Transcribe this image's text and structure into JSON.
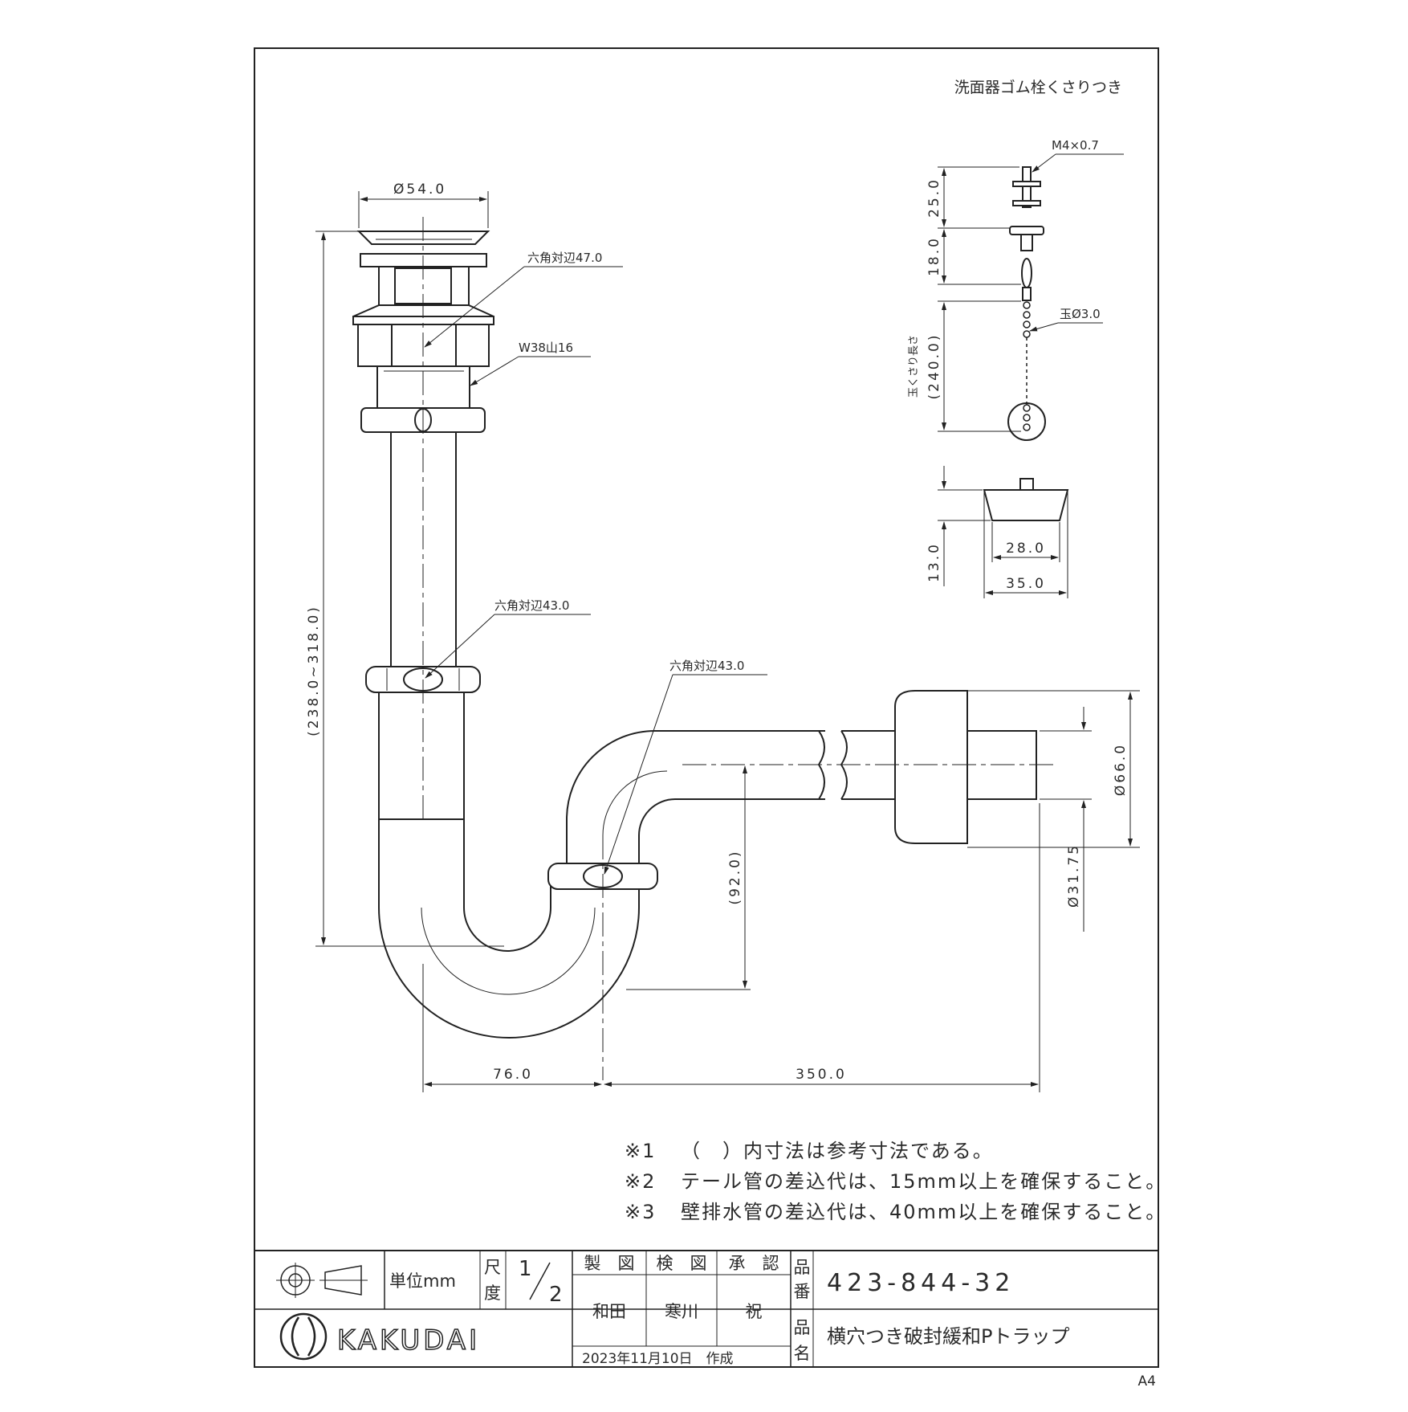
{
  "drawing": {
    "stopper_title": "洗面器ゴム栓くさりつき",
    "trap": {
      "flange_dia": "Ø54.0",
      "hex_top": "六角対辺47.0",
      "thread": "W38山16",
      "height": "(238.0~318.0)",
      "hex_mid": "六角対辺43.0",
      "hex_bend": "六角対辺43.0",
      "seal_depth": "(92.0)",
      "offset": "76.0",
      "length": "350.0",
      "outlet_dia": "Ø66.0",
      "pipe_dia": "Ø31.75"
    },
    "stopper": {
      "screw": "M4×0.7",
      "d1": "25.0",
      "d2": "18.0",
      "ball": "玉Ø3.0",
      "chain_label": "玉くさり長さ",
      "chain_len": "(240.0)",
      "plug_h": "13.0",
      "plug_bottom": "28.0",
      "plug_top": "35.0"
    }
  },
  "notes": [
    {
      "mark": "※1",
      "text": "（　）内寸法は参考寸法である。"
    },
    {
      "mark": "※2",
      "text": "テール管の差込代は、15mm以上を確保すること。"
    },
    {
      "mark": "※3",
      "text": "壁排水管の差込代は、40mm以上を確保すること。"
    }
  ],
  "title_block": {
    "unit": "単位mm",
    "scale_label_1": "尺",
    "scale_label_2": "度",
    "scale_num": "1",
    "scale_den": "2",
    "made_label": "製　図",
    "check_label": "検　図",
    "approve_label": "承　認",
    "made_by": "和田",
    "checked_by": "寒川",
    "approved_by": "祝",
    "part_no_label_1": "品",
    "part_no_label_2": "番",
    "part_no": "423-844-32",
    "part_name_label_1": "品",
    "part_name_label_2": "名",
    "part_name": "横穴つき破封緩和Pトラップ",
    "brand": "KAKUDAI",
    "date": "2023年11月10日　作成",
    "paper": "A4"
  }
}
